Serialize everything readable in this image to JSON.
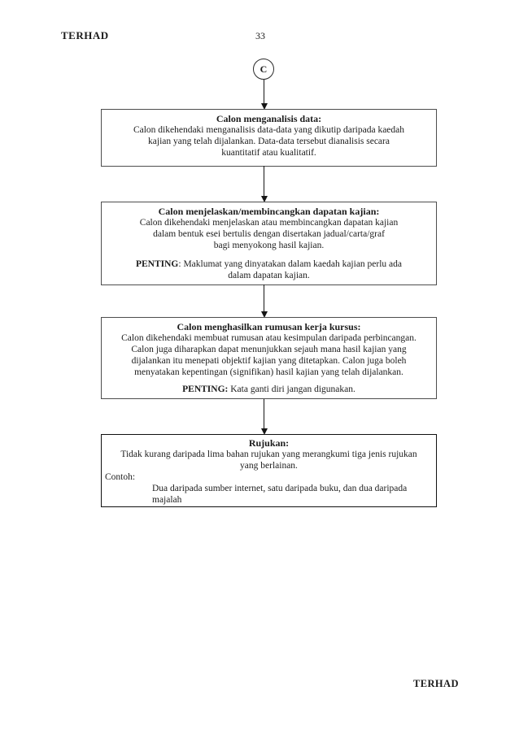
{
  "page": {
    "header_left": "TERHAD",
    "page_number": "33",
    "footer_right": "TERHAD"
  },
  "flowchart": {
    "connector_label": "C",
    "boxes": [
      {
        "title": "Calon menganalisis data:",
        "body": "Calon dikehendaki menganalisis data-data yang dikutip daripada kaedah\nkajian yang telah dijalankan. Data-data tersebut dianalisis secara\nkuantitatif atau kualitatif."
      },
      {
        "title": "Calon menjelaskan/membincangkan dapatan kajian:",
        "body": "Calon dikehendaki menjelaskan atau membincangkan dapatan kajian\ndalam bentuk esei bertulis dengan disertakan jadual/carta/graf\nbagi menyokong hasil kajian.",
        "note_label": "PENTING",
        "note_rest": ": Maklumat yang dinyatakan dalam kaedah kajian perlu ada\ndalam dapatan kajian."
      },
      {
        "title": "Calon menghasilkan rumusan kerja kursus:",
        "body": "Calon dikehendaki membuat rumusan atau kesimpulan daripada perbincangan.\nCalon juga diharapkan dapat menunjukkan sejauh mana hasil kajian yang\ndijalankan itu menepati objektif kajian yang ditetapkan. Calon juga boleh\nmenyatakan kepentingan (signifikan) hasil kajian yang telah dijalankan.",
        "note_label": "PENTING:",
        "note_rest": " Kata ganti diri jangan digunakan."
      },
      {
        "title": "Rujukan:",
        "body": "Tidak kurang daripada lima bahan rujukan yang merangkumi tiga jenis rujukan\nyang berlainan.",
        "contoh_label": "Contoh:",
        "contoh_text": "Dua daripada sumber internet, satu daripada buku, dan dua daripada\nmajalah"
      }
    ]
  }
}
